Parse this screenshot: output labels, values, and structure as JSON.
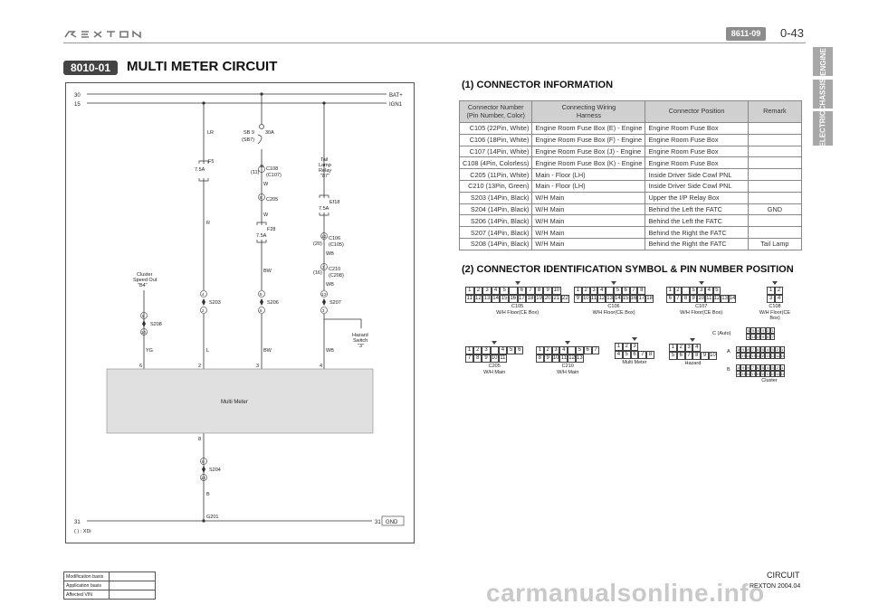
{
  "header": {
    "brand": "REXTON",
    "page_code": "8611-09",
    "page_number": "0-43"
  },
  "side_tabs": [
    "ENGINE",
    "CHASSIS",
    "ELECTRIC"
  ],
  "section": {
    "code": "8010-01",
    "title": "MULTI METER CIRCUIT"
  },
  "diagram": {
    "rail_top_left": "30",
    "rail_top_right": "BAT+",
    "rail_2_left": "15",
    "rail_2_right": "IGN1",
    "rail_bottom_left": "31",
    "rail_bottom_num": "31",
    "rail_bottom_right": "GND",
    "note": "(   ) : XDi",
    "wire_lr": "LR",
    "fuse_f5": "F5",
    "fuse_f5_val": "7.5A",
    "wire_r": "R",
    "sb9": "SB 9",
    "sb9_paren": "(SB7)",
    "sb9_val": "30A",
    "c108_pin": "11",
    "c108_pin_paren": "(11)",
    "c108": "C108",
    "c108_paren": "(C107)",
    "wire_w1": "W",
    "c205_pin": "8",
    "c205": "C205",
    "wire_w2": "W",
    "fuse_f28": "F28",
    "fuse_f28_val": "7.5A",
    "wire_bw1": "BW",
    "tail_relay": [
      "Tail",
      "Lamp",
      "Relay",
      "\"87\""
    ],
    "ef18": "Ef18",
    "ef18_val": "7.5A",
    "c106_pin": "13",
    "c106_pin_paren": "(20)",
    "c106": "C106",
    "c106_paren": "(C105)",
    "wire_wb1": "WB",
    "c210_pin": "3",
    "c210_pin_paren": "(16)",
    "c210": "C210",
    "c210_paren": "(C208)",
    "wire_wb2": "WB",
    "cluster_speed": [
      "Cluster",
      "Speed Out",
      "\"B4\""
    ],
    "s208_top": "9",
    "s208_bot": "10",
    "s208": "S208",
    "wire_yg": "YG",
    "s203_top": "4",
    "s203_bot": "2",
    "s203": "S203",
    "wire_l": "L",
    "s206_top": "5",
    "s206_bot": "6",
    "s206": "S206",
    "wire_bw2": "BW",
    "s207_top": "13",
    "s207_bot": "3",
    "s207": "S207",
    "wire_wb3": "WB",
    "hazard": [
      "Hazard",
      "Switch",
      "\"3\""
    ],
    "mm_pin_6": "6",
    "mm_pin_2": "2",
    "mm_pin_3": "3",
    "mm_pin_4": "4",
    "mm_pin_8": "8",
    "multi_meter": "Multi Meter",
    "s204_top": "6",
    "s204_bot": "12",
    "s204": "S204",
    "wire_b": "B",
    "g201": "G201"
  },
  "connector_info": {
    "heading": "(1) CONNECTOR INFORMATION",
    "columns": [
      [
        "Connector Number",
        "(Pin Number, Color)"
      ],
      [
        "Connecting Wiring",
        "Harness"
      ],
      [
        "Connector Position"
      ],
      [
        "Remark"
      ]
    ],
    "rows": [
      [
        "C105 (22Pin, White)",
        "Engine Room Fuse Box (E) - Engine",
        "Engine Room Fuse Box",
        ""
      ],
      [
        "C106 (18Pin, White)",
        "Engine Room Fuse Box (F) - Engine",
        "Engine Room Fuse Box",
        ""
      ],
      [
        "C107 (14Pin, White)",
        "Engine Room Fuse Box (J) - Engine",
        "Engine Room Fuse Box",
        ""
      ],
      [
        "C108 (4Pin, Colorless)",
        "Engine Room Fuse Box (K) - Engine",
        "Engine Room Fuse Box",
        ""
      ],
      [
        "C205 (11Pin, White)",
        "Main - Floor (LH)",
        "Inside Driver Side Cowl PNL",
        ""
      ],
      [
        "C210 (13Pin, Green)",
        "Main - Floor (LH)",
        "Inside Driver Side Cowl PNL",
        ""
      ],
      [
        "S203 (14Pin, Black)",
        "W/H Main",
        "Upper the I/P Relay Box",
        ""
      ],
      [
        "S204 (14Pin, Black)",
        "W/H Main",
        "Behind the Left the FATC",
        "GND"
      ],
      [
        "S206 (14Pin, Black)",
        "W/H Main",
        "Behind the Left the FATC",
        ""
      ],
      [
        "S207 (14Pin, Black)",
        "W/H Main",
        "Behind the Right the FATC",
        ""
      ],
      [
        "S208 (14Pin, Black)",
        "W/H Main",
        "Behind the Right the FATC",
        "Tail Lamp"
      ]
    ]
  },
  "pin_symbols": {
    "heading": "(2) CONNECTOR IDENTIFICATION SYMBOL & PIN NUMBER POSITION",
    "c105": {
      "top": [
        "1",
        "2",
        "3",
        "4",
        "5",
        "",
        "6",
        "7",
        "8",
        "9",
        "10"
      ],
      "bot": [
        "11",
        "12",
        "13",
        "14",
        "15",
        "16",
        "17",
        "18",
        "19",
        "20",
        "21",
        "22"
      ],
      "name": "C105",
      "loc": "W/H Floor(CE Box)"
    },
    "c106": {
      "top": [
        "1",
        "2",
        "3",
        "4",
        "",
        "5",
        "6",
        "7",
        "8"
      ],
      "bot": [
        "9",
        "10",
        "11",
        "12",
        "13",
        "14",
        "15",
        "16",
        "17",
        "18"
      ],
      "name": "C106",
      "loc": "W/H Floor(CE Box)"
    },
    "c107": {
      "top": [
        "1",
        "2",
        "",
        "5",
        "3",
        "4",
        "5"
      ],
      "bot": [
        "6",
        "7",
        "8",
        "9",
        "10",
        "11",
        "12",
        "13",
        "14"
      ],
      "name": "C107",
      "loc": "W/H Floor(CE Box)"
    },
    "c108": {
      "top": [
        "1",
        "2"
      ],
      "bot": [
        "3",
        "4"
      ],
      "name": "C108",
      "loc": "W/H Floor(CE Box)"
    },
    "c205": {
      "top": [
        "1",
        "2",
        "3",
        "",
        "4",
        "5",
        "6"
      ],
      "bot": [
        "7",
        "8",
        "9",
        "10",
        "11"
      ],
      "name": "C205",
      "loc": "W/H Main"
    },
    "c210": {
      "top": [
        "1",
        "2",
        "3",
        "4",
        "",
        "5",
        "6",
        "7"
      ],
      "bot": [
        "8",
        "9",
        "10",
        "11",
        "12",
        "13"
      ],
      "name": "C210",
      "loc": "W/H Main"
    },
    "multi_meter": {
      "top": [
        "1",
        "2",
        "3"
      ],
      "bot": [
        "4",
        "5",
        "6",
        "7",
        "8"
      ],
      "name": "Multi Meter"
    },
    "hazard": {
      "top": [
        "1",
        "2",
        "3",
        "4"
      ],
      "bot": [
        "5",
        "6",
        "7",
        "8",
        "9",
        "10"
      ],
      "name": "Hazard"
    },
    "cluster": {
      "c_label": "C (Auto)",
      "c_top": [
        "6",
        "5",
        "4",
        "3",
        "2",
        "1"
      ],
      "c_bot": [
        "12",
        "11",
        "10",
        "9",
        "8",
        "7"
      ],
      "a_label": "A",
      "a_top": [
        "10",
        "9",
        "8",
        "7",
        "6",
        "5",
        "4",
        "3",
        "2",
        "1"
      ],
      "a_bot": [
        "20",
        "19",
        "18",
        "17",
        "16",
        "15",
        "14",
        "13",
        "12",
        "11"
      ],
      "b_label": "B",
      "b_top": [
        "10",
        "9",
        "8",
        "7",
        "6",
        "5",
        "4",
        "3",
        "2",
        "1"
      ],
      "b_bot": [
        "20",
        "19",
        "18",
        "17",
        "16",
        "15",
        "14",
        "13",
        "12",
        "11"
      ],
      "name": "Cluster"
    }
  },
  "footer": {
    "info_rows": [
      "Modification basis",
      "Application basis",
      "Affected VIN"
    ],
    "circuit": "CIRCUIT",
    "model": "REXTON 2004.04",
    "watermark": "carmanualsonline.info"
  }
}
